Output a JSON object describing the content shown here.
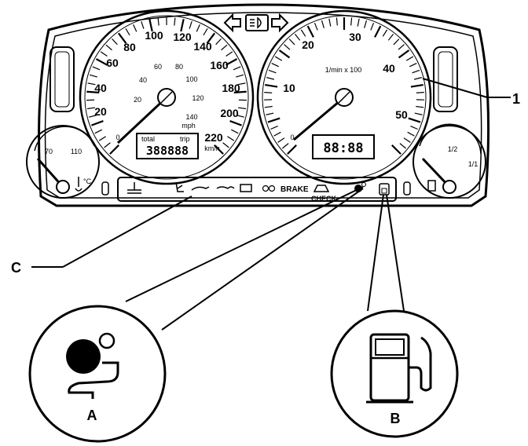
{
  "speedometer": {
    "kmh_ticks": [
      "20",
      "40",
      "60",
      "80",
      "100",
      "120",
      "140",
      "160",
      "180",
      "200",
      "220"
    ],
    "mph_ticks": [
      "20",
      "40",
      "60",
      "80",
      "100",
      "120",
      "140"
    ],
    "mph_unit": "mph",
    "kmh_unit": "km/h",
    "odometer_labels": [
      "total",
      "trip"
    ],
    "odometer_value": "388888"
  },
  "tachometer": {
    "ticks": [
      "10",
      "20",
      "30",
      "40",
      "50"
    ],
    "unit": "1/min x 100",
    "clock_value": "88:88"
  },
  "temperature_gauge": {
    "ticks": [
      "70",
      "110"
    ],
    "unit": "°C"
  },
  "fuel_gauge": {
    "ticks": [
      "1/2",
      "1/1"
    ]
  },
  "warning_strip": {
    "brake_label": "BRAKE",
    "check_label": "CHECK"
  },
  "callouts": {
    "a": "A",
    "b": "B",
    "c": "C",
    "right_marker": "1"
  },
  "icons": [
    "turn-left-arrow",
    "high-beam",
    "turn-right-arrow",
    "seat-belt",
    "fuel-pump"
  ]
}
